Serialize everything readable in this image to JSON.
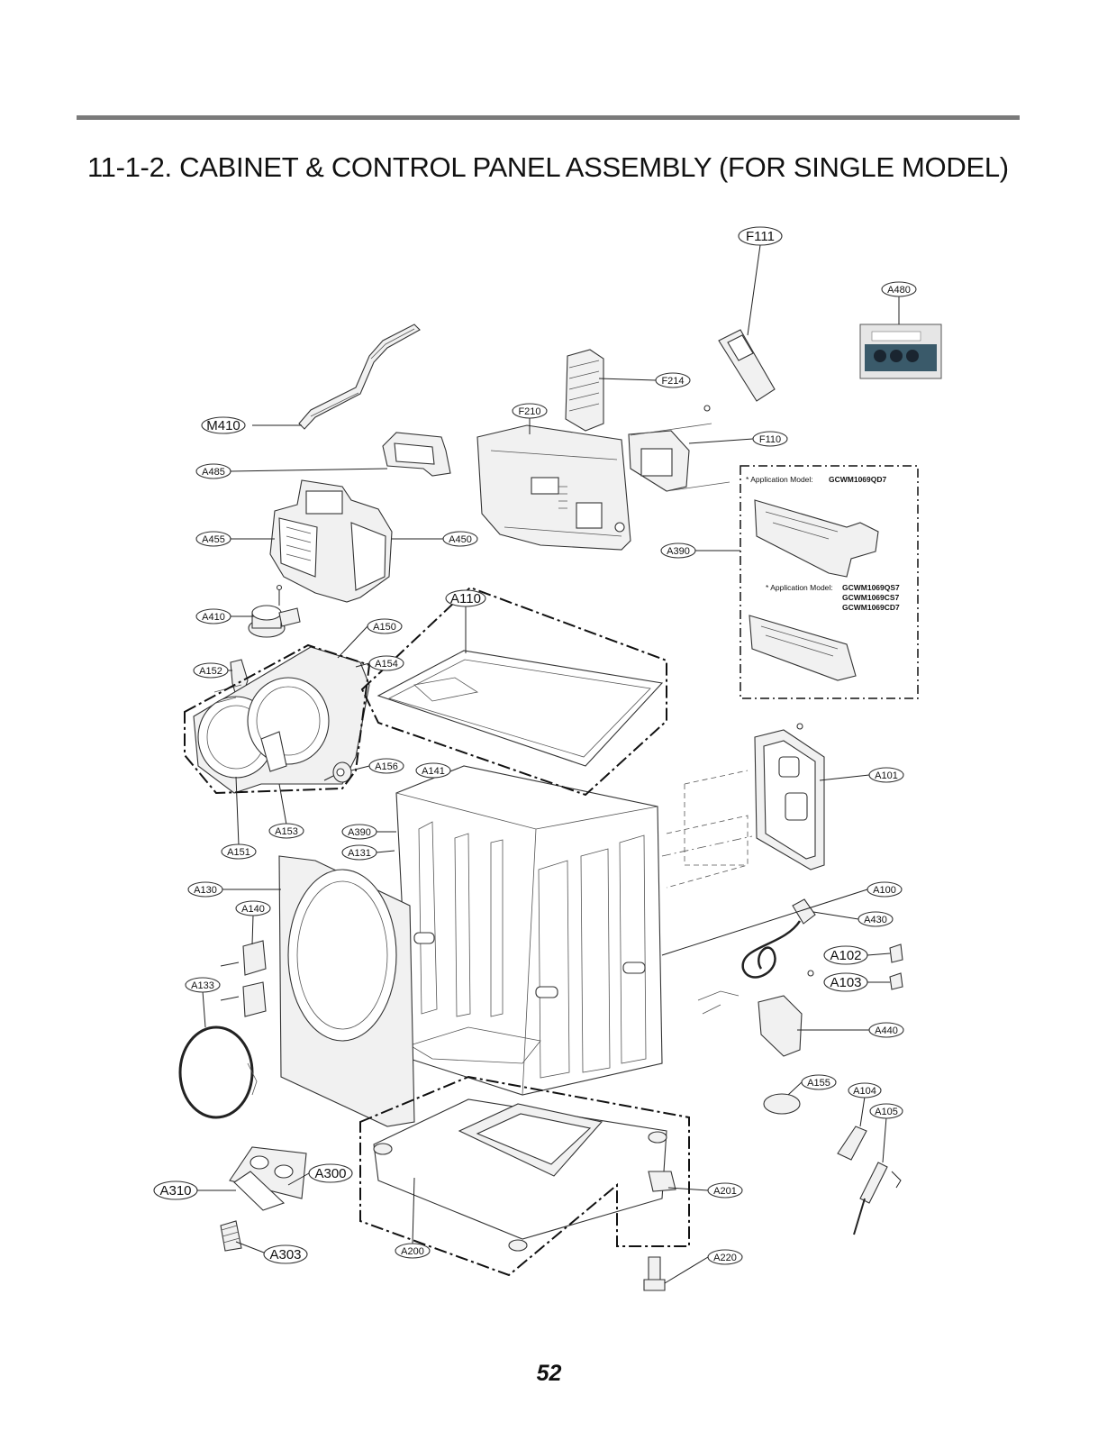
{
  "page": {
    "title": "11-1-2. CABINET & CONTROL PANEL ASSEMBLY (FOR SINGLE MODEL)",
    "page_number": "52"
  },
  "notes": {
    "note1_prefix": "* Application Model:",
    "note1_model": "GCWM1069QD7",
    "note2_prefix": "* Application Model:",
    "note2_models": [
      "GCWM1069QS7",
      "GCWM1069CS7",
      "GCWM1069CD7"
    ]
  },
  "labels": {
    "A480": "A480",
    "F111": "F111",
    "F214": "F214",
    "F210": "F210",
    "F110": "F110",
    "M410": "M410",
    "A485": "A485",
    "A455": "A455",
    "A450": "A450",
    "A390_top": "A390",
    "A110": "A110",
    "A410": "A410",
    "A150": "A150",
    "A154": "A154",
    "A152": "A152",
    "A156": "A156",
    "A141": "A141",
    "A101": "A101",
    "A153": "A153",
    "A390_mid": "A390",
    "A151": "A151",
    "A131": "A131",
    "A130": "A130",
    "A100": "A100",
    "A140": "A140",
    "A430": "A430",
    "A102": "A102",
    "A103": "A103",
    "A133": "A133",
    "A440": "A440",
    "A155": "A155",
    "A104": "A104",
    "A105": "A105",
    "A300": "A300",
    "A310": "A310",
    "A201": "A201",
    "A220": "A220",
    "A303": "A303",
    "A200": "A200"
  }
}
